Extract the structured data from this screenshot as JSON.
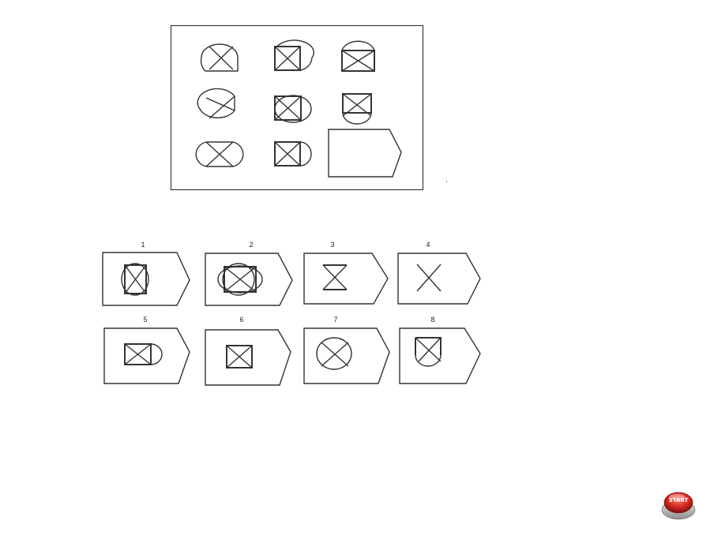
{
  "options": {
    "labels": [
      "1",
      "2",
      "3",
      "4",
      "5",
      "6",
      "7",
      "8"
    ]
  },
  "start_button": {
    "label": "START",
    "color": "#d62a24"
  },
  "colors": {
    "line": "#333333",
    "background": "#ffffff"
  }
}
